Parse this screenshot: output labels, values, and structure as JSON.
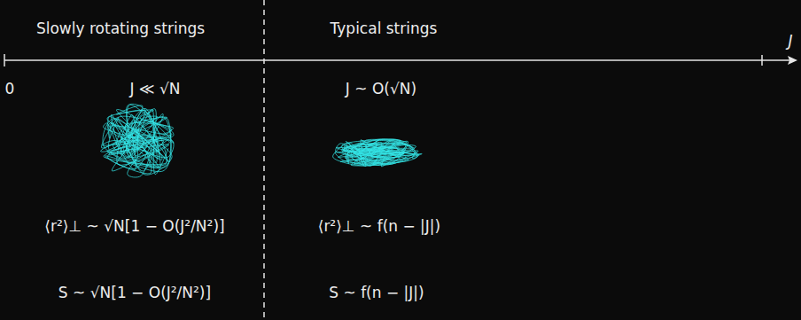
{
  "diagram": {
    "labels": [
      "Slowly rotating strings",
      "Typical strings",
      "J",
      "0",
      "J ≪ √N",
      "J ~ O(√N)",
      "⟨r²⟩⊥ ~ √N[1 − O(J²/N²)]",
      "⟨r²⟩⊥ ~ f(n − |J|)",
      "S ~ √N[1 − O(J²/N²)]",
      "S ~ f(n − |J|)"
    ]
  }
}
